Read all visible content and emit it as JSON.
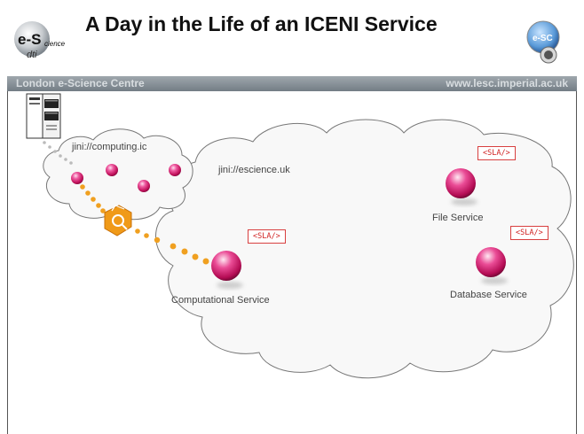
{
  "slide": {
    "title": "A Day in the Life of an ICENI Service",
    "banner_left": "London e-Science Centre",
    "banner_right": "www.lesc.imperial.ac.uk"
  },
  "logos": {
    "left": {
      "icon": "e-science-dti-logo",
      "text_main": "e-S",
      "text_sub": "cience",
      "text_dti": "dti"
    },
    "right": {
      "icon": "lesc-logo",
      "text": "e-SC"
    }
  },
  "clouds": {
    "small": {
      "label": "jini://computing.ic"
    },
    "large": {
      "label": "jini://escience.uk"
    }
  },
  "services": {
    "computational": {
      "label": "Computational Service",
      "sla": "<SLA/>"
    },
    "file": {
      "label": "File Service",
      "sla": "<SLA/>"
    },
    "database": {
      "label": "Database Service",
      "sla": "<SLA/>"
    }
  },
  "colors": {
    "title": "#111111",
    "banner": "#8a939a",
    "sphere": "#e0307a",
    "path": "#f0a020",
    "sla": "#d02020"
  }
}
